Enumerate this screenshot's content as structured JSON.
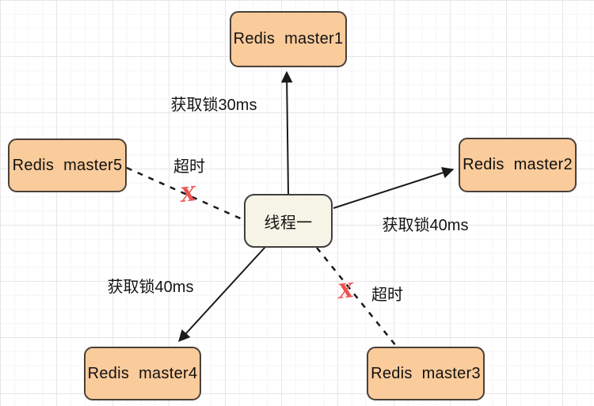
{
  "diagram": {
    "type": "redis-redlock-acquire-diagram",
    "nodes": {
      "thread": {
        "label": "线程一"
      },
      "master1": {
        "label": "Redis master1"
      },
      "master2": {
        "label": "Redis master2"
      },
      "master3": {
        "label": "Redis master3"
      },
      "master4": {
        "label": "Redis master4"
      },
      "master5": {
        "label": "Redis master5"
      }
    },
    "edges": [
      {
        "from": "线程一",
        "to": "Redis master1",
        "label": "获取锁30ms",
        "style": "solid-arrow"
      },
      {
        "from": "线程一",
        "to": "Redis master2",
        "label": "获取锁40ms",
        "style": "solid-arrow"
      },
      {
        "from": "线程一",
        "to": "Redis master4",
        "label": "获取锁40ms",
        "style": "solid-arrow"
      },
      {
        "from": "线程一",
        "to": "Redis master5",
        "label": "超时",
        "style": "dashed",
        "mark": "X"
      },
      {
        "from": "线程一",
        "to": "Redis master3",
        "label": "超时",
        "style": "dashed",
        "mark": "X"
      }
    ],
    "marks": {
      "timeout_x": "X"
    },
    "colors": {
      "canvas_bg": "#FFFFFF",
      "grid_minor": "#F6F4F5",
      "grid_major": "#E7E5E6",
      "node_fill": "#FACB9B",
      "node_border": "#4A4038",
      "thread_fill": "#F6F4E6",
      "thread_border": "#3F3F3F",
      "edge_color": "#1A1A1A",
      "timeout_mark": "#EF5350"
    }
  }
}
